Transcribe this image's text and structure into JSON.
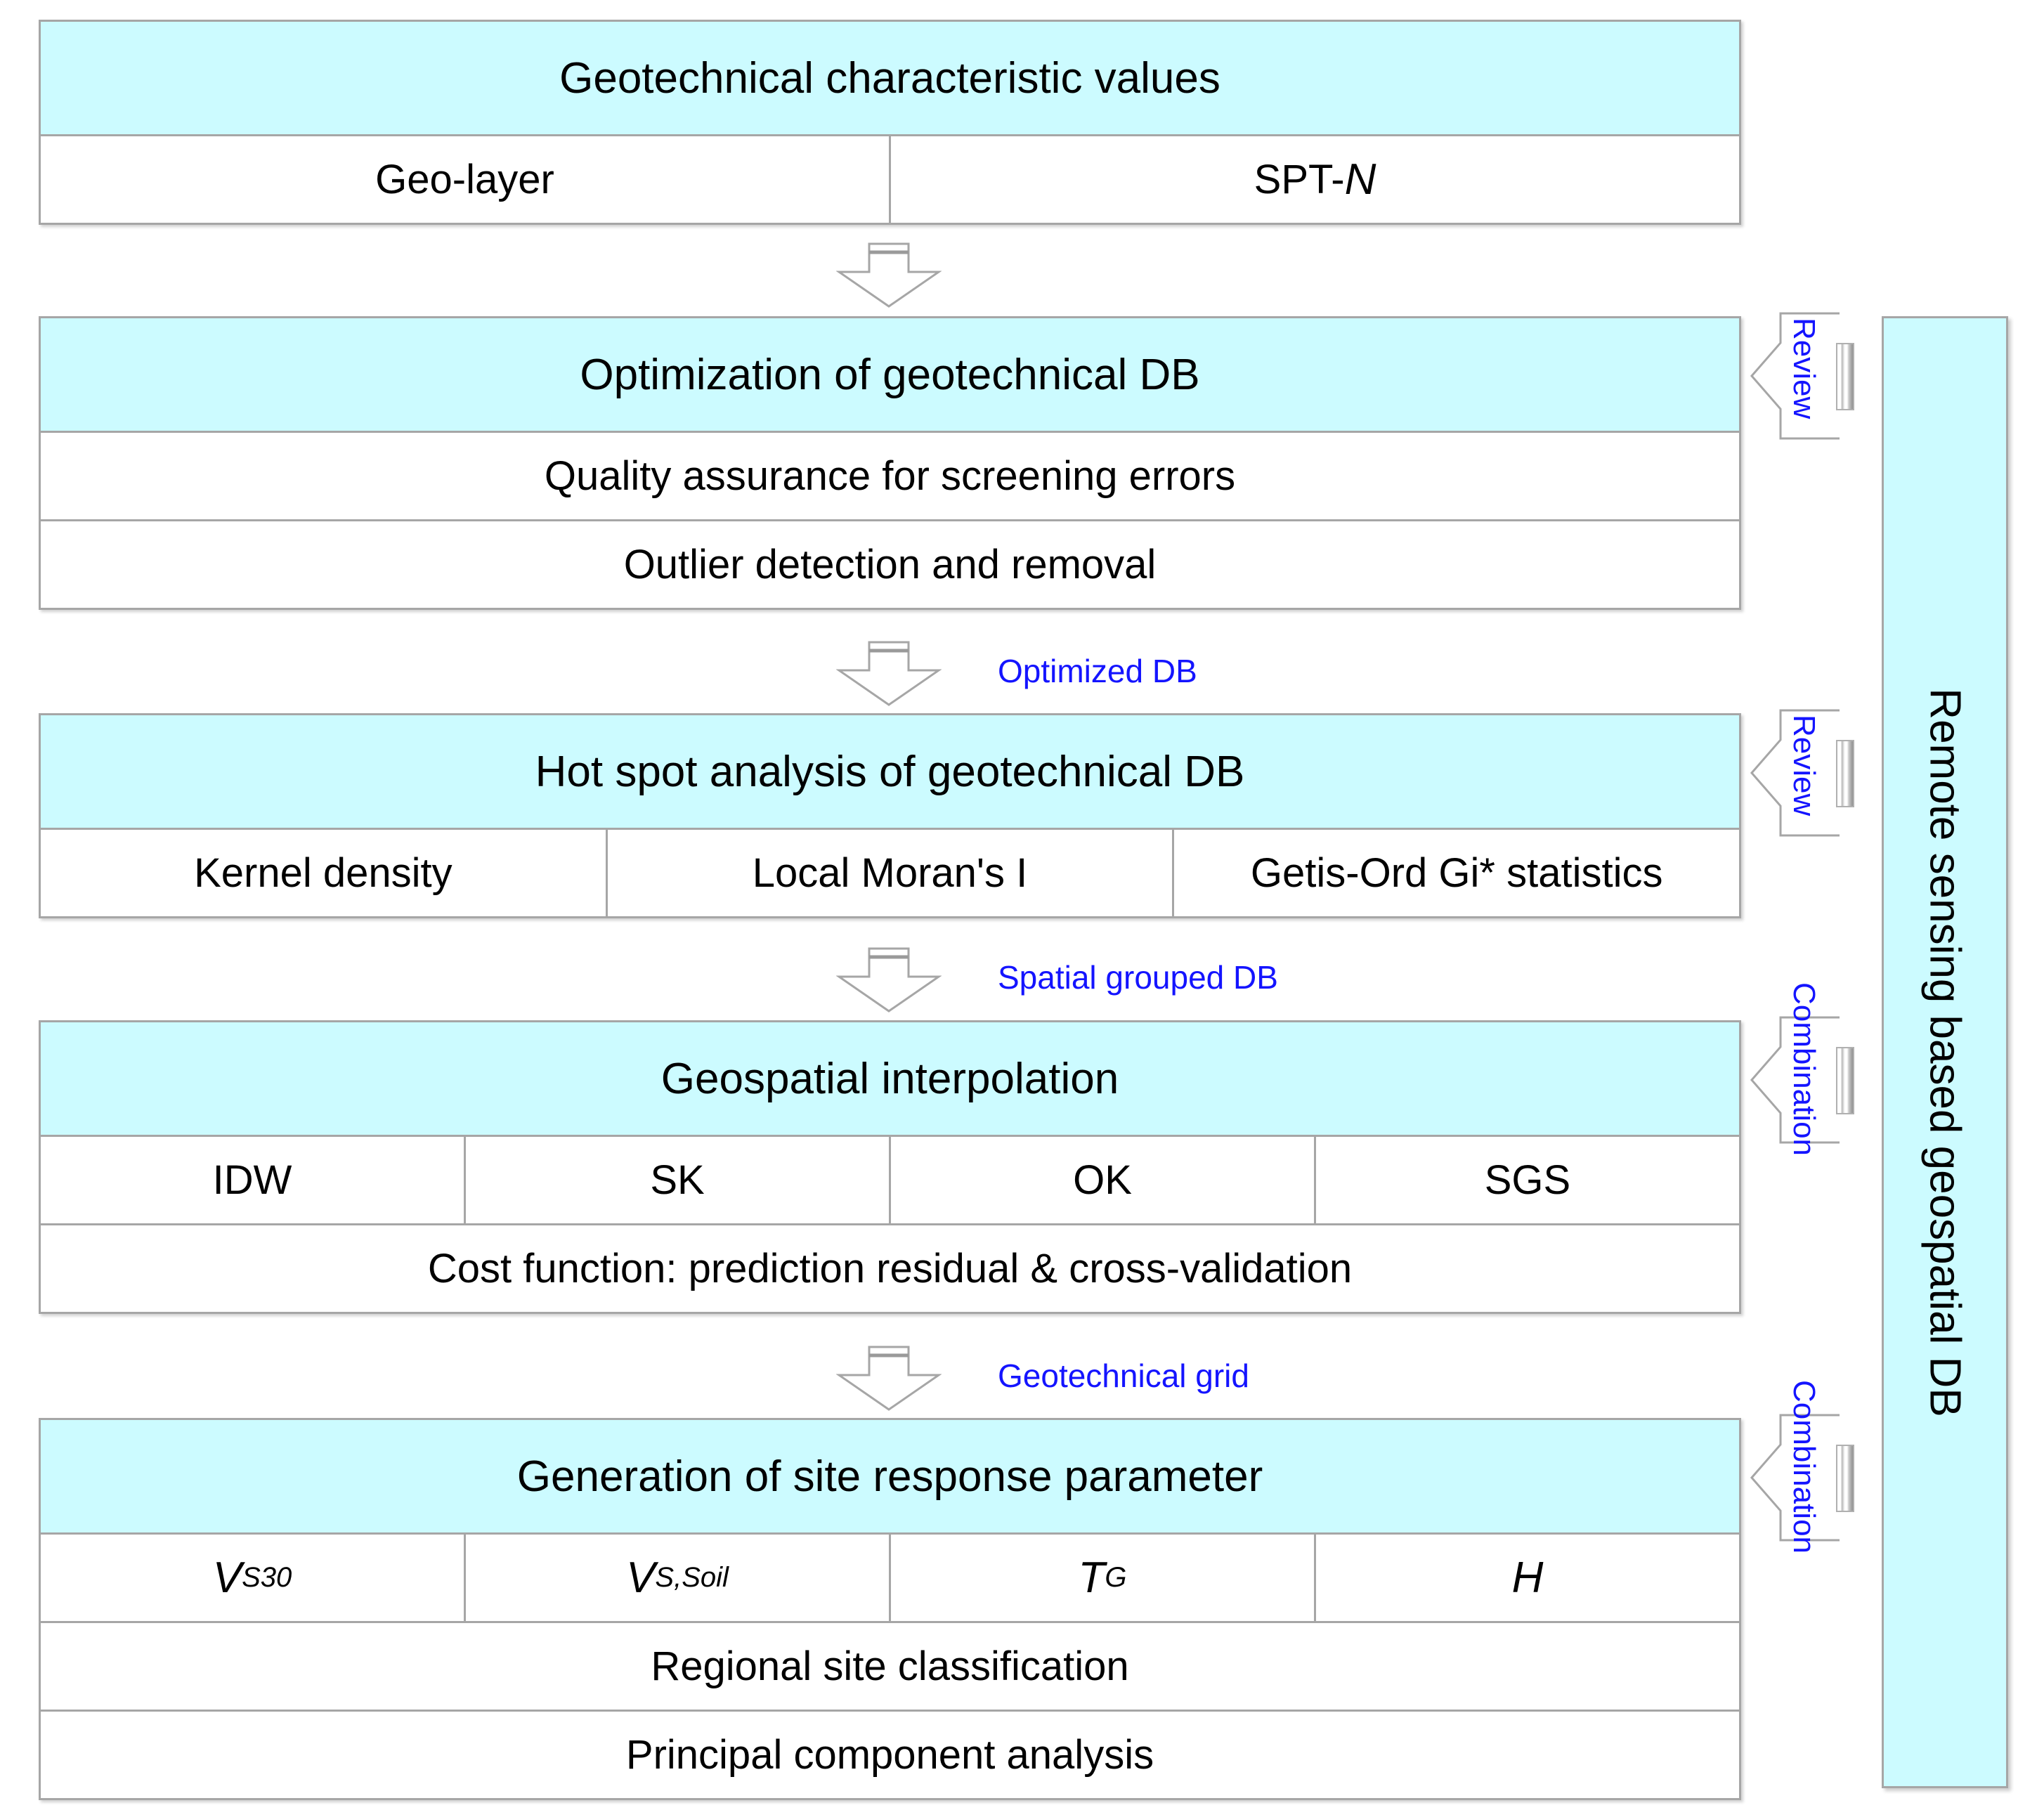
{
  "colors": {
    "header_fill": "#CCFBFF",
    "border": "#A6A6A6",
    "label_blue": "#1414FF",
    "text": "#000000"
  },
  "blocks": [
    {
      "id": "geotechnical-characteristic-values",
      "title": "Geotechnical characteristic values",
      "rows": [
        {
          "cells": [
            "Geo-layer",
            "SPT-N"
          ]
        }
      ]
    },
    {
      "id": "optimization-of-geotechnical-db",
      "title": "Optimization of geotechnical DB",
      "rows": [
        {
          "cells": [
            "Quality assurance for screening errors"
          ]
        },
        {
          "cells": [
            "Outlier detection and removal"
          ]
        }
      ]
    },
    {
      "id": "hot-spot-analysis-of-geotechnical-db",
      "title": "Hot spot analysis of geotechnical DB",
      "rows": [
        {
          "cells": [
            "Kernel density",
            "Local Moran's I",
            "Getis-Ord Gi* statistics"
          ]
        }
      ]
    },
    {
      "id": "geospatial-interpolation",
      "title": "Geospatial interpolation",
      "rows": [
        {
          "cells": [
            "IDW",
            "SK",
            "OK",
            "SGS"
          ]
        },
        {
          "cells": [
            "Cost function: prediction residual & cross-validation"
          ]
        }
      ]
    },
    {
      "id": "generation-of-site-response-parameter",
      "title": "Generation of site response parameter",
      "rows": [
        {
          "cells": [
            "V_S30",
            "V_S,Soil",
            "T_G",
            "H"
          ]
        },
        {
          "cells": [
            "Regional site classification"
          ]
        },
        {
          "cells": [
            "Principal component analysis"
          ]
        }
      ]
    }
  ],
  "parameters": [
    {
      "symbol": "V",
      "subscript": "S30"
    },
    {
      "symbol": "V",
      "subscript": "S,Soil"
    },
    {
      "symbol": "T",
      "subscript": "G"
    },
    {
      "symbol": "H",
      "subscript": ""
    }
  ],
  "flow_arrows": [
    {
      "id": "arrow-1",
      "label": ""
    },
    {
      "id": "arrow-2",
      "label": "Optimized DB"
    },
    {
      "id": "arrow-3",
      "label": "Spatial grouped DB"
    },
    {
      "id": "arrow-4",
      "label": "Geotechnical grid"
    }
  ],
  "side_arrows": [
    {
      "id": "side-arrow-1",
      "label": "Review"
    },
    {
      "id": "side-arrow-2",
      "label": "Review"
    },
    {
      "id": "side-arrow-3",
      "label": "Combination"
    },
    {
      "id": "side-arrow-4",
      "label": "Combination"
    }
  ],
  "side_bar": {
    "label": "Remote sensing based geospatial DB"
  },
  "title_row_1": "Geotechnical characteristic values",
  "title_row_2": "Optimization of geotechnical DB",
  "title_row_3": "Hot spot analysis of geotechnical DB",
  "title_row_4": "Geospatial interpolation",
  "title_row_5": "Generation of site response parameter",
  "spt_prefix": "SPT-",
  "spt_italic": "N"
}
